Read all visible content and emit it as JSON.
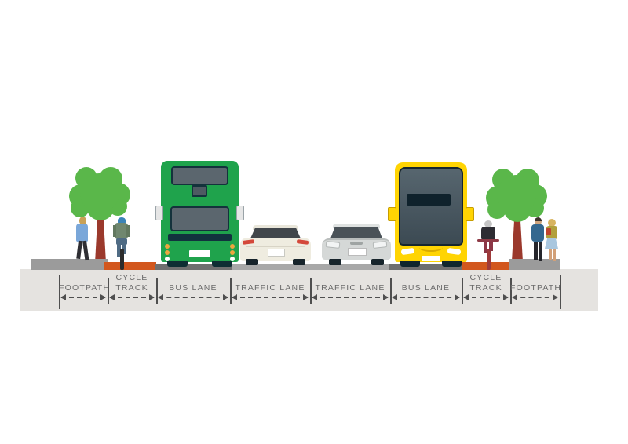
{
  "diagram": {
    "type": "street-cross-section",
    "lanes": [
      {
        "lines": [
          "FOOTPATH"
        ]
      },
      {
        "lines": [
          "CYCLE",
          "TRACK"
        ]
      },
      {
        "lines": [
          "BUS LANE"
        ]
      },
      {
        "lines": [
          "TRAFFIC LANE"
        ]
      },
      {
        "lines": [
          "TRAFFIC LANE"
        ]
      },
      {
        "lines": [
          "BUS LANE"
        ]
      },
      {
        "lines": [
          "CYCLE",
          "TRACK"
        ]
      },
      {
        "lines": [
          "FOOTPATH"
        ]
      }
    ],
    "palette": {
      "background": "#ffffff",
      "dimension_band": "#e5e3e0",
      "footpath_surface": "#9b9b9b",
      "cycle_track_surface": "#d2571e",
      "road_surface_light": "#a8a8a8",
      "road_surface_dark": "#6f6f6f",
      "bus_green": "#1fa34c",
      "bus_yellow": "#ffd403",
      "tree_green": "#5ab74a",
      "tree_trunk": "#9b392c",
      "label_text": "#6b6b6b",
      "dimension_lines": "#4f4f4f"
    },
    "scene_objects": [
      "pedestrian-walking-left-footpath",
      "tree-left",
      "cyclist-left-cycle-track",
      "green-double-decker-bus-rear-view",
      "white-car-rear-view",
      "silver-car-front-view",
      "yellow-double-decker-bus-front-view",
      "cyclist-right-cycle-track",
      "tree-right",
      "pedestrian-couple-right-footpath"
    ]
  }
}
